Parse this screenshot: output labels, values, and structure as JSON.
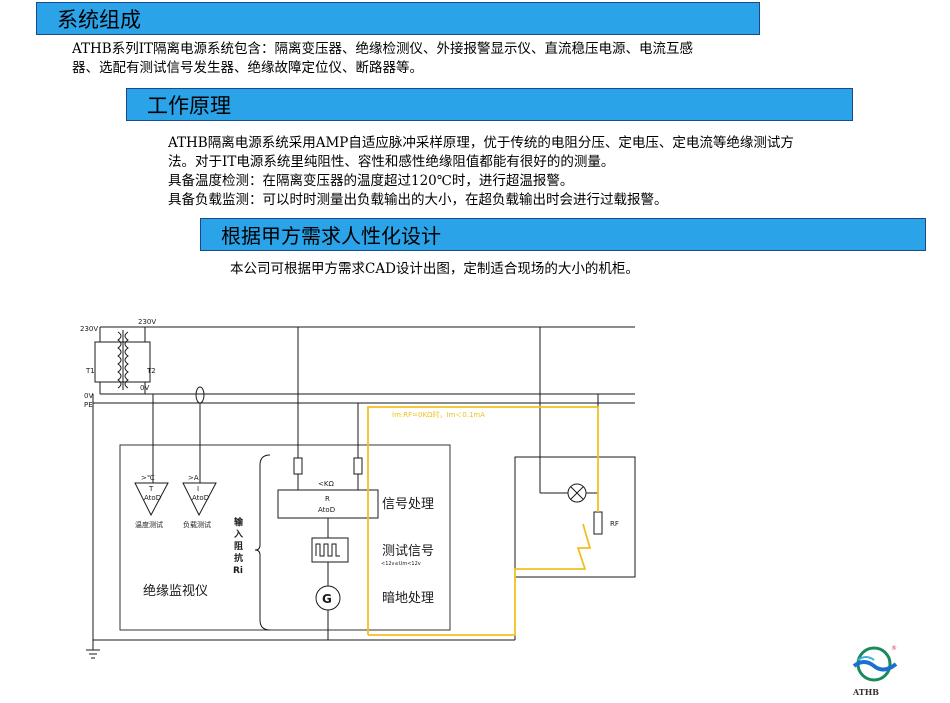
{
  "sections": [
    {
      "title": "系统组成",
      "lines": [
        "ATHB系列IT隔离电源系统包含：隔离变压器、绝缘检测仪、外接报警显示仪、直流稳压电源、电流互感",
        "器、选配有测试信号发生器、绝缘故障定位仪、断路器等。"
      ]
    },
    {
      "title": "工作原理",
      "lines": [
        "ATHB隔离电源系统采用AMP自适应脉冲采样原理，优于传统的电阻分压、定电压、定电流等绝缘测试方",
        "法。对于IT电源系统里纯阻性、容性和感性绝缘阻值都能有很好的的测量。",
        "具备温度检测：在隔离变压器的温度超过120℃时，进行超温报警。",
        "具备负载监测：可以时时测量出负载输出的大小，在超负载输出时会进行过载报警。"
      ]
    },
    {
      "title": "根据甲方需求人性化设计",
      "lines": [
        "本公司可根据甲方需求CAD设计出图，定制适合现场的大小的机柜。"
      ]
    }
  ],
  "diagram": {
    "labels": {
      "v230_left": "230V",
      "v230_top": "230V",
      "t1": "T1",
      "t2": "T2",
      "v0_right": "0V",
      "v0_left": "0V",
      "pe": "PE",
      "temp_sym": ">℃",
      "temp_t": "T",
      "temp_atod": "AtoD",
      "temp_name": "温度测试",
      "load_sym": ">A",
      "load_i": "I",
      "load_atod": "AtoD",
      "load_name": "负载测试",
      "input_imp_1": "输",
      "input_imp_2": "入",
      "input_imp_3": "阻",
      "input_imp_4": "抗",
      "input_imp_5": "Ri",
      "kohm": "<KΩ",
      "r": "R",
      "r_atod": "AtoD",
      "signal_proc": "信号处理",
      "test_signal": "测试信号",
      "test_signal_sub": "<12v≤Um<12v",
      "dark_proc": "暗地处理",
      "monitor": "绝缘监视仪",
      "g": "G",
      "yellow_note": "Im:RF=0KΩ时，Im＜0.1mA",
      "rf": "RF"
    },
    "colors": {
      "wire": "#1a1a1a",
      "yellow": "#f0c020",
      "box": "#333333"
    }
  },
  "logo": {
    "text": "ATHB",
    "reg": "®"
  }
}
